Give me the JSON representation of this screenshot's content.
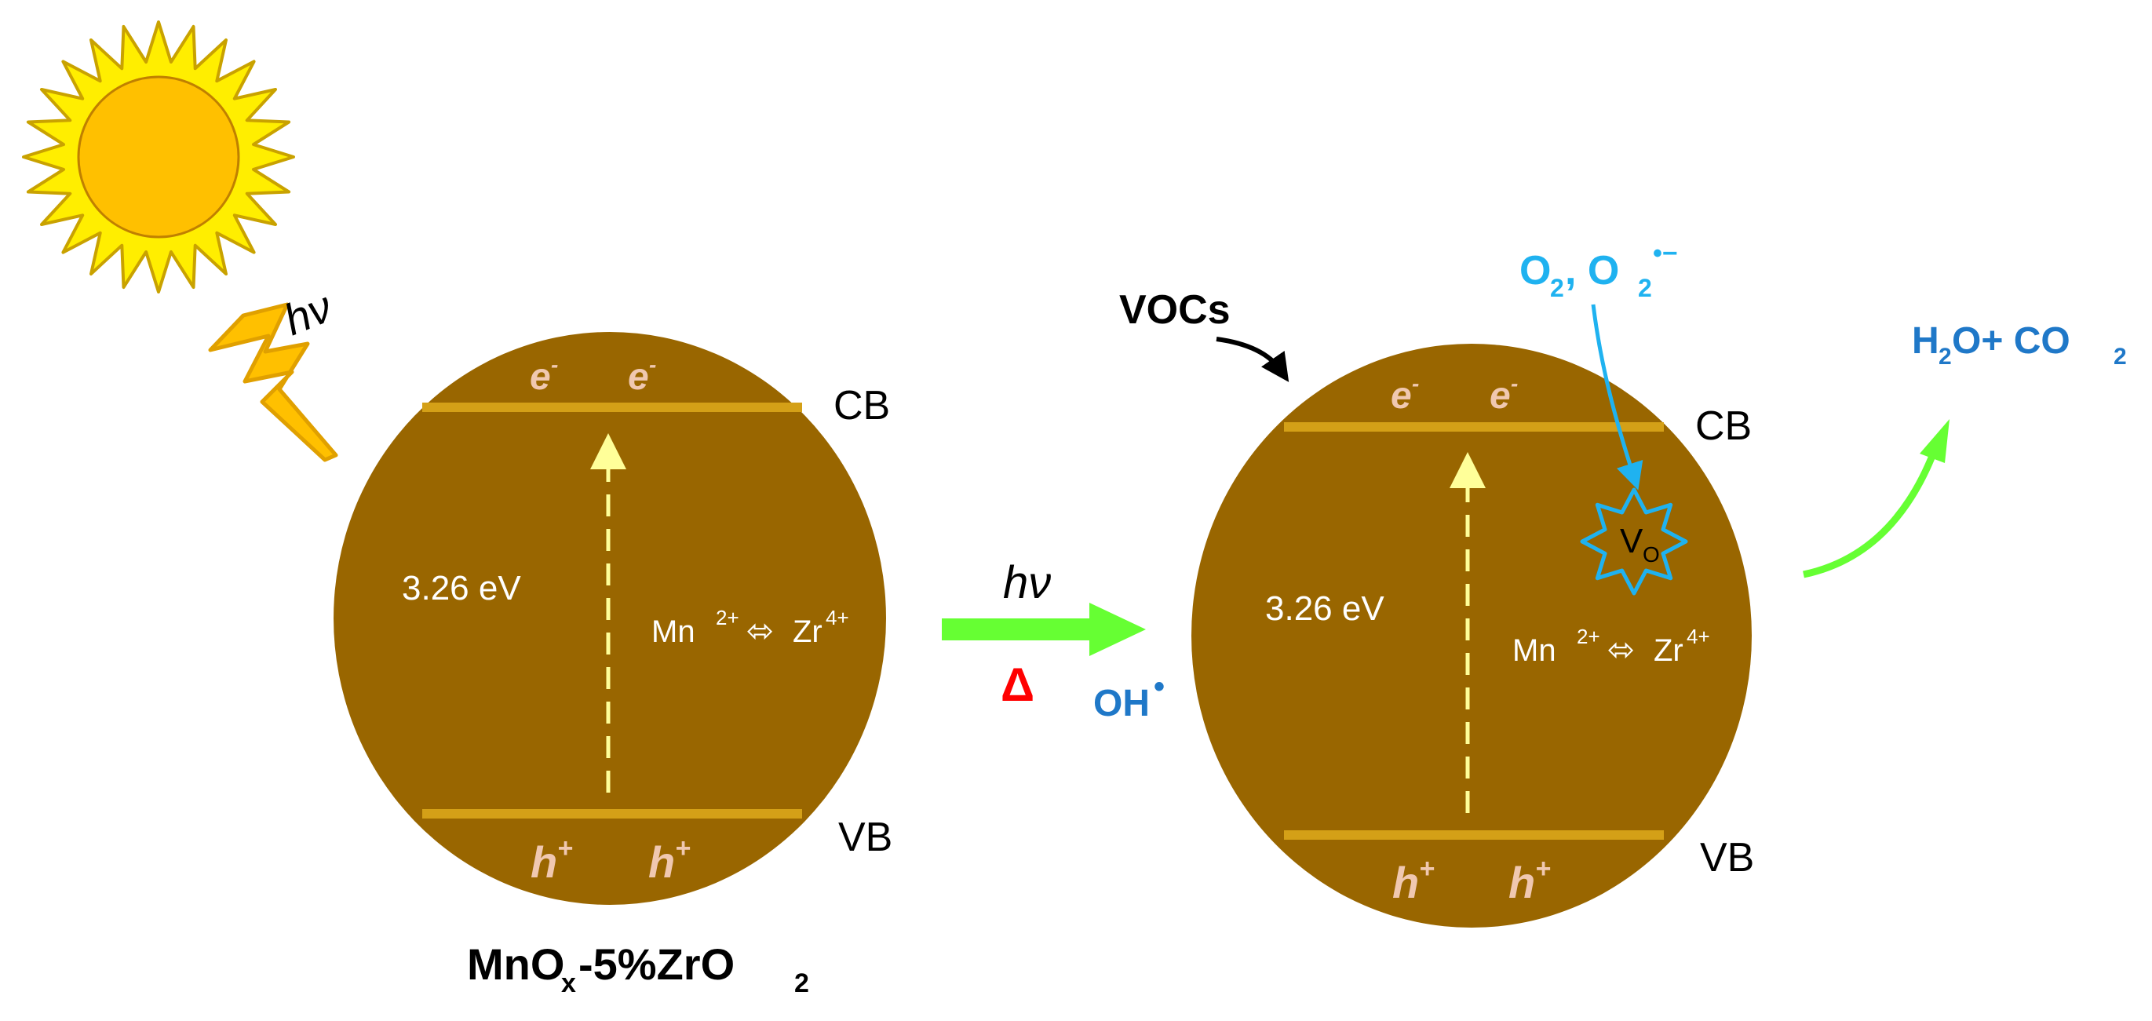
{
  "colors": {
    "particle": "#996600",
    "band": "#d4a017",
    "band_label": "#f0c8b0",
    "gap_arrow": "#ffff99",
    "sun_core": "#ffc000",
    "sun_rays": "#ffee00",
    "green_arrow": "#66ff33",
    "delta": "#ff0000",
    "blue_text": "#1f78c8",
    "cyan": "#1fb2f0"
  },
  "icons": {
    "sun": "sun-icon",
    "lightning": "lightning-icon",
    "vacancy": "oxygen-vacancy-star-icon"
  },
  "left": {
    "hv_label": "hν",
    "electron": "e",
    "electron_sup": "-",
    "hole": "h",
    "hole_sup": "+",
    "cb_label": "CB",
    "vb_label": "VB",
    "bandgap": "3.26 eV",
    "dopant": {
      "mn": "Mn",
      "mn_sup": "2+",
      "arrow": "⬄",
      "zr": "Zr",
      "zr_sup": "4+"
    },
    "catalyst": {
      "part1": "MnO",
      "sub_x": "x",
      "part2": "-5%ZrO",
      "sub_2": "2"
    }
  },
  "middle": {
    "hv_label": "hν",
    "delta": "Δ",
    "oh": "OH",
    "oh_sup": "•"
  },
  "right": {
    "vocs": "VOCs",
    "o2": {
      "a": "O",
      "a_sub": "2",
      "comma": ", O",
      "b_sub": "2",
      "b_sup": "•−"
    },
    "vacancy": {
      "v": "V",
      "sub": "O"
    },
    "electron": "e",
    "electron_sup": "-",
    "hole": "h",
    "hole_sup": "+",
    "cb_label": "CB",
    "vb_label": "VB",
    "bandgap": "3.26 eV",
    "dopant": {
      "mn": "Mn",
      "mn_sup": "2+",
      "arrow": "⬄",
      "zr": "Zr",
      "zr_sup": "4+"
    },
    "product": {
      "h": "H",
      "h_sub": "2",
      "rest": "O+ CO",
      "c_sub": "2"
    }
  }
}
